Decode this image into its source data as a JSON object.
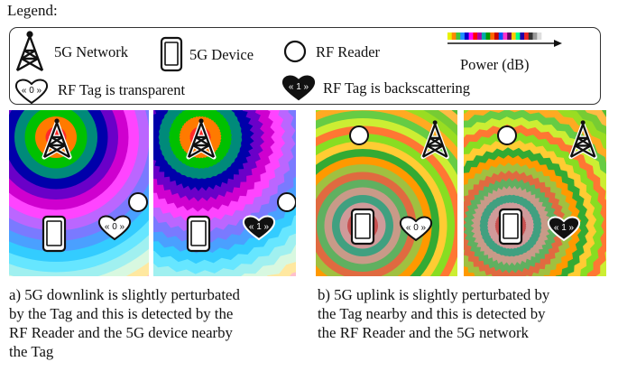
{
  "legend": {
    "title": "Legend:",
    "items": {
      "network": "5G Network",
      "device": "5G Device",
      "reader": "RF Reader",
      "power": "Power (dB)",
      "tag_transparent": "RF Tag is transparent",
      "tag_backscatter": "RF Tag is backscattering"
    },
    "tag_off_symbol": "0",
    "tag_on_symbol": "1",
    "power_colors": [
      "#e8f200",
      "#ff8800",
      "#3cc83c",
      "#1e90ff",
      "#0000cc",
      "#ff00ff",
      "#ff0000",
      "#aa00aa",
      "#00aaaa",
      "#009900",
      "#ff6600",
      "#cc0000",
      "#0055ff",
      "#ff33cc",
      "#660066",
      "#ffcc00",
      "#00ff88",
      "#2200aa",
      "#ee2222",
      "#333333",
      "#999999",
      "#dddddd"
    ]
  },
  "panels": [
    {
      "mode": "downlink",
      "tag_state": "transparent"
    },
    {
      "mode": "downlink",
      "tag_state": "backscattering"
    },
    {
      "mode": "uplink",
      "tag_state": "transparent"
    },
    {
      "mode": "uplink",
      "tag_state": "backscattering"
    }
  ],
  "captions": {
    "a": [
      "a) 5G downlink is slightly perturbated",
      "by the Tag and this is detected by the",
      "RF Reader and the 5G device nearby",
      "the Tag"
    ],
    "b": [
      "b) 5G uplink is slightly perturbated by",
      "the Tag nearby and this is detected by",
      "the RF Reader and the 5G network"
    ]
  },
  "colors": {
    "downlink_rings": [
      "#ff2a2a",
      "#ff7a00",
      "#00c000",
      "#008a7a",
      "#0000aa",
      "#6a00c8",
      "#cf00cf",
      "#ff44ff",
      "#bb66ff",
      "#7a7aff",
      "#4aa0ff",
      "#33ccff",
      "#66e6ff",
      "#a0f0f0",
      "#d8f8e0",
      "#ffe8a0",
      "#ffc0cc",
      "#ff99bb"
    ],
    "uplink_rings": [
      "#d97a2a",
      "#c85050",
      "#d09a9a",
      "#40a080",
      "#c89a88",
      "#60b060",
      "#e06a40",
      "#a0c040",
      "#ff9900",
      "#33aa33",
      "#ffcc33",
      "#88dd22",
      "#ff7733",
      "#ccee33",
      "#66cc44",
      "#ffaa22",
      "#99dd22",
      "#77cc33",
      "#ffbb44",
      "#55bb33"
    ]
  }
}
